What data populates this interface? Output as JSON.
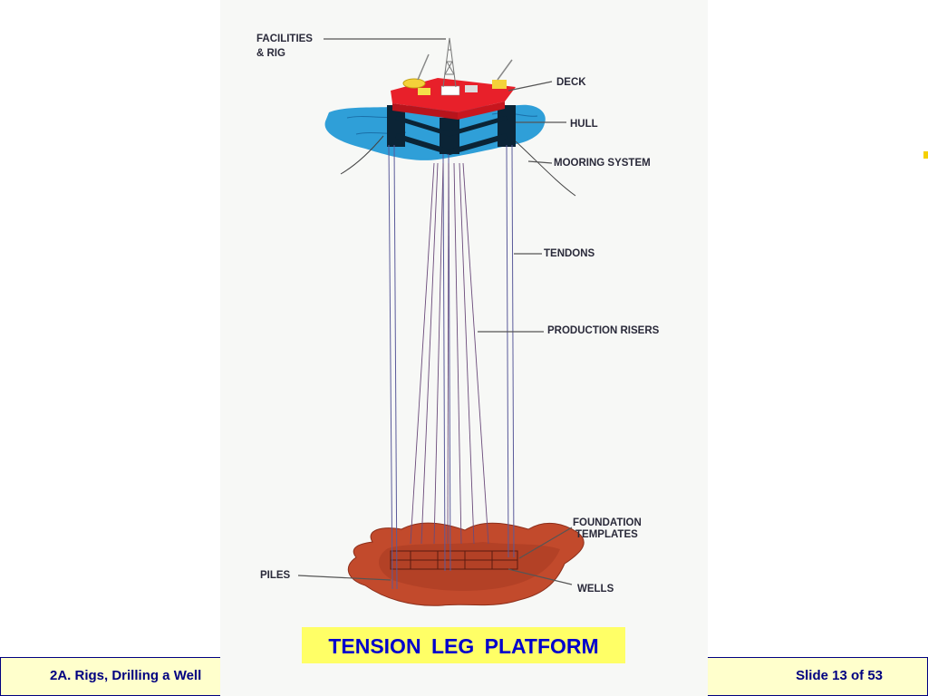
{
  "footer": {
    "left_text": "2A. Rigs, Drilling a Well",
    "right_text": "Slide 13 of 53"
  },
  "diagram": {
    "title": "TENSION  LEG  PLATFORM",
    "labels": {
      "facilities_line1": "FACILITIES",
      "facilities_line2": "& RIG",
      "deck": "DECK",
      "hull": "HULL",
      "mooring": "MOORING SYSTEM",
      "tendons": "TENDONS",
      "risers": "PRODUCTION RISERS",
      "foundation_line1": "FOUNDATION",
      "foundation_line2": "TEMPLATES",
      "piles": "PILES",
      "wells": "WELLS"
    }
  },
  "colors": {
    "water": "#2f9fd8",
    "deck": "#e8202a",
    "hull": "#0b2436",
    "seabed": "#c24a2c",
    "title_bg": "#ffff66",
    "title_text": "#0000cc",
    "footer_bg": "#ffffcc",
    "footer_text": "#000080"
  }
}
